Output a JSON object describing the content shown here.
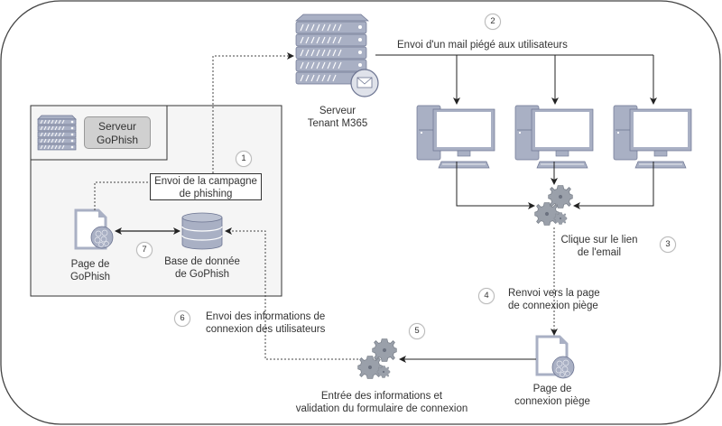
{
  "diagram": {
    "type": "phishing-campaign-flow",
    "colors": {
      "icon_fill": "#a9b0c4",
      "icon_stroke": "#6c7491",
      "line": "#333333",
      "group_bg": "#f5f5f5",
      "server_button_bg": "#d0d0d0"
    },
    "nodes": {
      "gophish_server": {
        "label": "Serveur GoPhish",
        "line1": "Serveur",
        "line2": "GoPhish",
        "icon": "server-rack-icon"
      },
      "gophish_page": {
        "line1": "Page de",
        "line2": "GoPhish",
        "icon": "web-page-icon"
      },
      "gophish_db": {
        "line1": "Base de donnée",
        "line2": "de GoPhish",
        "icon": "database-icon"
      },
      "m365_server": {
        "line1": "Serveur",
        "line2": "Tenant M365",
        "icon": "mail-server-icon"
      },
      "workstations": [
        {
          "icon": "desktop-computer-icon"
        },
        {
          "icon": "desktop-computer-icon"
        },
        {
          "icon": "desktop-computer-icon"
        }
      ],
      "click_process": {
        "icon": "gears-icon"
      },
      "trap_page": {
        "line1": "Page de",
        "line2": "connexion piège",
        "icon": "web-page-icon"
      },
      "form_process": {
        "icon": "gears-icon"
      }
    },
    "steps": [
      {
        "number": "1",
        "line1": "Envoi de la campagne",
        "line2": "de phishing"
      },
      {
        "number": "2",
        "text": "Envoi d'un mail piégé aux utilisateurs"
      },
      {
        "number": "3",
        "line1": "Clique sur le lien",
        "line2": "de l'email"
      },
      {
        "number": "4",
        "line1": "Renvoi vers la page",
        "line2": "de connexion piège"
      },
      {
        "number": "5",
        "line1": "Entrée des informations  et",
        "line2": "validation du formulaire de connexion"
      },
      {
        "number": "6",
        "line1": "Envoi des informations de",
        "line2": "connexion des utilisateurs"
      },
      {
        "number": "7"
      }
    ]
  }
}
